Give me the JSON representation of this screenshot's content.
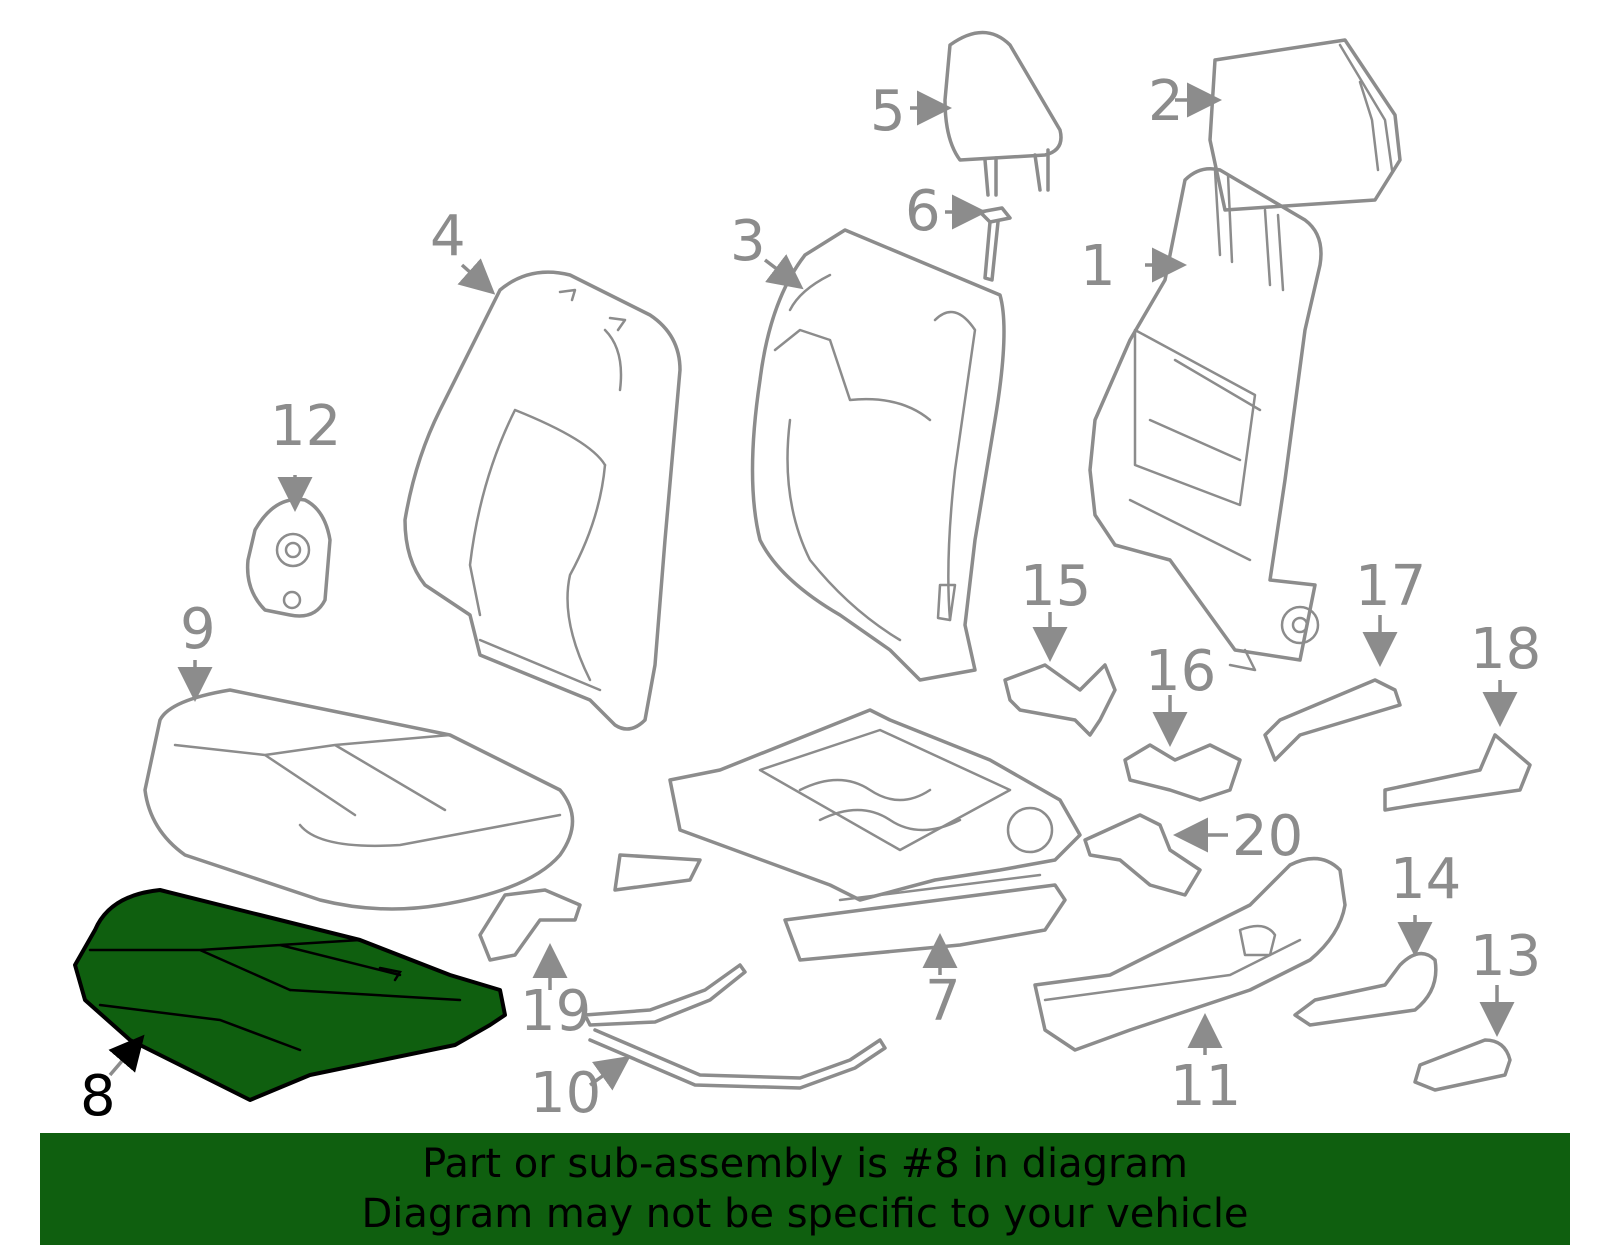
{
  "highlight_color": "#0f5f0f",
  "part_color": "#8c8c8c",
  "callouts": {
    "c1": "1",
    "c2": "2",
    "c3": "3",
    "c4": "4",
    "c5": "5",
    "c6": "6",
    "c7": "7",
    "c8": "8",
    "c9": "9",
    "c10": "10",
    "c11": "11",
    "c12": "12",
    "c13": "13",
    "c14": "14",
    "c15": "15",
    "c16": "16",
    "c17": "17",
    "c18": "18",
    "c19": "19",
    "c20": "20"
  },
  "highlighted_part": "8",
  "banner": {
    "line1": "Part or sub-assembly is #8 in diagram",
    "line2": "Diagram may not be specific to your vehicle"
  }
}
